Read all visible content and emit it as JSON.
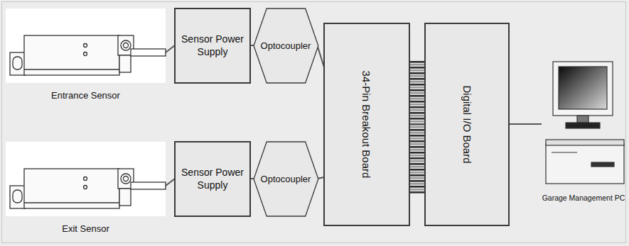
{
  "diagram": {
    "nodes": [
      {
        "text": [
          "Entrance Sensor"
        ]
      },
      {
        "text": [
          "Sensor Power Supply"
        ]
      },
      {
        "text": [
          "Optocoupler"
        ]
      },
      {
        "text": [
          "34-Pin Breakout Board"
        ]
      },
      {
        "text": [
          "Digital I/O Board"
        ]
      },
      {
        "text": [
          "Garage Management PC"
        ]
      },
      {
        "text": [
          "Exit Sensor"
        ]
      },
      {
        "text": [
          "Sensor Power Supply"
        ]
      },
      {
        "text": [
          "Optocoupler"
        ]
      }
    ],
    "edges": [
      {
        "from": 0,
        "to": 1,
        "arrow": "none"
      },
      {
        "from": 1,
        "to": 2,
        "arrow": "none"
      },
      {
        "from": 2,
        "to": 3,
        "arrow": "none"
      },
      {
        "from": 6,
        "to": 7,
        "arrow": "none"
      },
      {
        "from": 7,
        "to": 8,
        "arrow": "none"
      },
      {
        "from": 8,
        "to": 3,
        "arrow": "none"
      },
      {
        "from": 3,
        "to": 4,
        "arrow": "none"
      },
      {
        "from": 4,
        "to": 5,
        "arrow": "none"
      }
    ]
  }
}
